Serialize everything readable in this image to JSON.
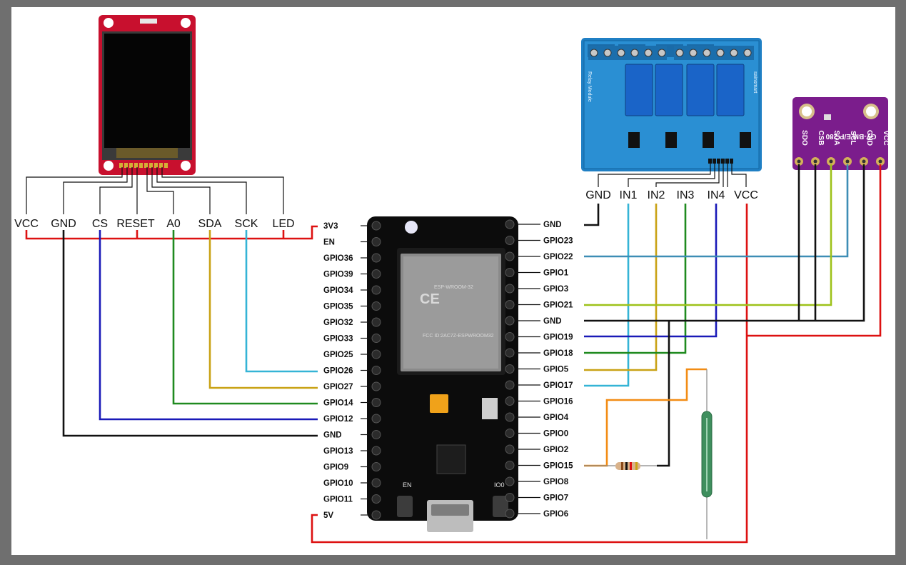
{
  "tft": {
    "pins": [
      "VCC",
      "GND",
      "CS",
      "RESET",
      "A0",
      "SDA",
      "SCK",
      "LED"
    ]
  },
  "relay": {
    "pins": [
      "GND",
      "IN1",
      "IN2",
      "IN3",
      "IN4",
      "VCC"
    ],
    "brand": "sainsmart",
    "module_text": "Relay Module"
  },
  "bme": {
    "pins": [
      "SDO",
      "CSB",
      "SDA",
      "SCL",
      "GND",
      "VCC"
    ],
    "model": "GY-BM E/P 280"
  },
  "esp32": {
    "left_pins": [
      "3V3",
      "EN",
      "GPIO36",
      "GPIO39",
      "GPIO34",
      "GPIO35",
      "GPIO32",
      "GPIO33",
      "GPIO25",
      "GPIO26",
      "GPIO27",
      "GPIO14",
      "GPIO12",
      "GND",
      "GPIO13",
      "GPIO9",
      "GPIO10",
      "GPIO11",
      "5V"
    ],
    "right_pins": [
      "GND",
      "GPIO23",
      "GPIO22",
      "GPIO1",
      "GPIO3",
      "GPIO21",
      "GND",
      "GPIO19",
      "GPIO18",
      "GPIO5",
      "GPIO17",
      "GPIO16",
      "GPIO4",
      "GPIO0",
      "GPIO2",
      "GPIO15",
      "GPIO8",
      "GPIO7",
      "GPIO6"
    ],
    "module_label": "ESP-WROOM-32",
    "fcc_label": "FCC ID:2AC7Z-ESPWROOM32",
    "en_label": "EN",
    "io_label": "IO0"
  },
  "colors": {
    "red": "#dd1111",
    "black": "#111111",
    "blue": "#1a1ab8",
    "green": "#1f8a1f",
    "yellow": "#c9a215",
    "cyan": "#35b4d6",
    "lime": "#9ec21a",
    "steel": "#3d8db5",
    "orange": "#f28c14"
  }
}
